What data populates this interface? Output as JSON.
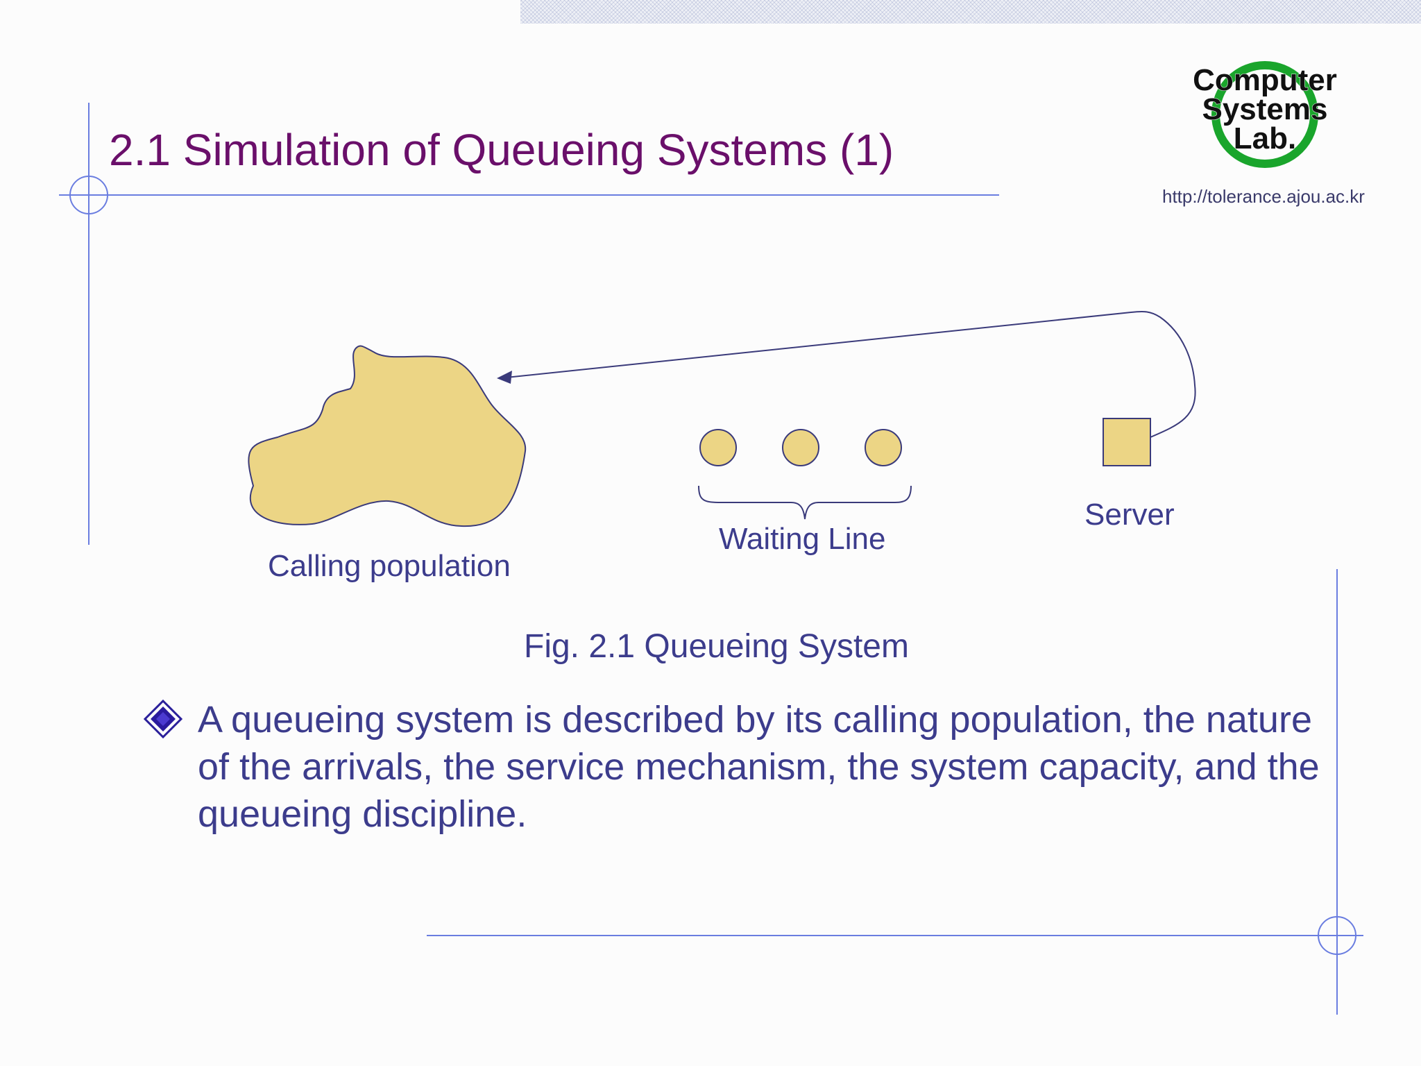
{
  "slide": {
    "title": "2.1 Simulation of Queueing Systems (1)",
    "url": "http://tolerance.ajou.ac.kr",
    "logo": {
      "line1": "Computer",
      "line2": "Systems",
      "line3": "Lab.",
      "ring_color": "#1aa52c"
    }
  },
  "diagram": {
    "calling_population_label": "Calling population",
    "waiting_line_label": "Waiting Line",
    "server_label": "Server",
    "caption": "Fig. 2.1 Queueing System",
    "waiting_customers": 3,
    "fill_color": "#ecd585",
    "stroke_color": "#3a3a7a"
  },
  "bullets": [
    {
      "icon": "diamond-bullet-icon",
      "text": "A queueing system is described by its calling population, the nature of the arrivals, the service mechanism, the system capacity, and the queueing discipline."
    }
  ],
  "colors": {
    "title": "#6a0f6a",
    "body_text": "#3c3c8c",
    "decor_lines": "#6a7de0"
  }
}
